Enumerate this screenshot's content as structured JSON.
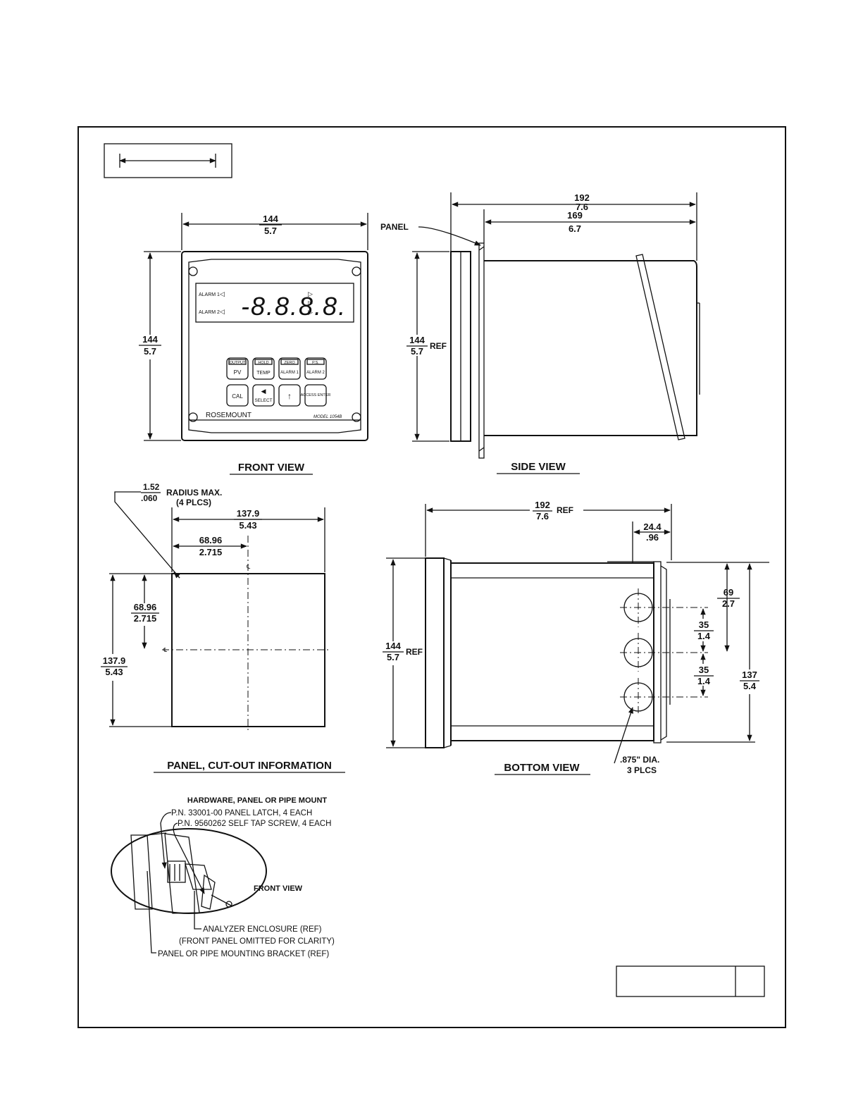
{
  "front_view": {
    "title": "FRONT VIEW",
    "width_mm": "144",
    "width_in": "5.7",
    "height_mm": "144",
    "height_in": "5.7",
    "alarm1": "ALARM 1",
    "alarm2": "ALARM 2",
    "display_digits": "-8.8.8.8.",
    "brand": "ROSEMOUNT",
    "model": "MODEL 1054B",
    "keys": [
      {
        "top": "OUTPUT",
        "main": "PV"
      },
      {
        "top": "HOLD",
        "main": "TEMP"
      },
      {
        "top": "ZERO",
        "main": "ALARM 1"
      },
      {
        "top": "P.S.",
        "main": "ALARM 2"
      },
      {
        "top": "",
        "main": "CAL"
      },
      {
        "top": "",
        "main": "SELECT"
      },
      {
        "top": "",
        "main": "↑"
      },
      {
        "top": "",
        "main": "ACCESS ENTER"
      }
    ]
  },
  "side_view": {
    "title": "SIDE VIEW",
    "panel_label": "PANEL",
    "overall_mm": "192",
    "overall_in": "7.6",
    "depth_mm": "169",
    "depth_in": "6.7",
    "height_mm": "144",
    "height_in": "5.7",
    "height_ref": "REF"
  },
  "cutout": {
    "title": "PANEL, CUT-OUT INFORMATION",
    "radius_mm": "1.52",
    "radius_in": ".060",
    "radius_label": "RADIUS MAX.",
    "radius_count": "(4 PLCS)",
    "width_mm": "137.9",
    "width_in": "5.43",
    "half_width_mm": "68.96",
    "half_width_in": "2.715",
    "half_height_mm": "68.96",
    "half_height_in": "2.715",
    "height_mm": "137.9",
    "height_in": "5.43"
  },
  "bottom_view": {
    "title": "BOTTOM VIEW",
    "overall_mm": "192",
    "overall_in": "7.6",
    "overall_ref": "REF",
    "offset_mm": "24.4",
    "offset_in": ".96",
    "height_mm": "144",
    "height_in": "5.7",
    "height_ref": "REF",
    "d1_mm": "69",
    "d1_in": "2.7",
    "d2_mm": "35",
    "d2_in": "1.4",
    "d3_mm": "35",
    "d3_in": "1.4",
    "d4_mm": "137",
    "d4_in": "5.4",
    "hole_label": ".875\" DIA.",
    "hole_count": "3 PLCS"
  },
  "hardware": {
    "title": "HARDWARE, PANEL OR PIPE MOUNT",
    "latch": "P.N. 33001-00 PANEL LATCH, 4 EACH",
    "screw": "P.N. 9560262 SELF TAP SCREW, 4 EACH",
    "front_view": "FRONT VIEW",
    "enclosure": "ANALYZER ENCLOSURE (REF)",
    "enclosure_note": "(FRONT PANEL OMITTED FOR CLARITY)",
    "bracket": "PANEL OR PIPE MOUNTING BRACKET (REF)"
  }
}
